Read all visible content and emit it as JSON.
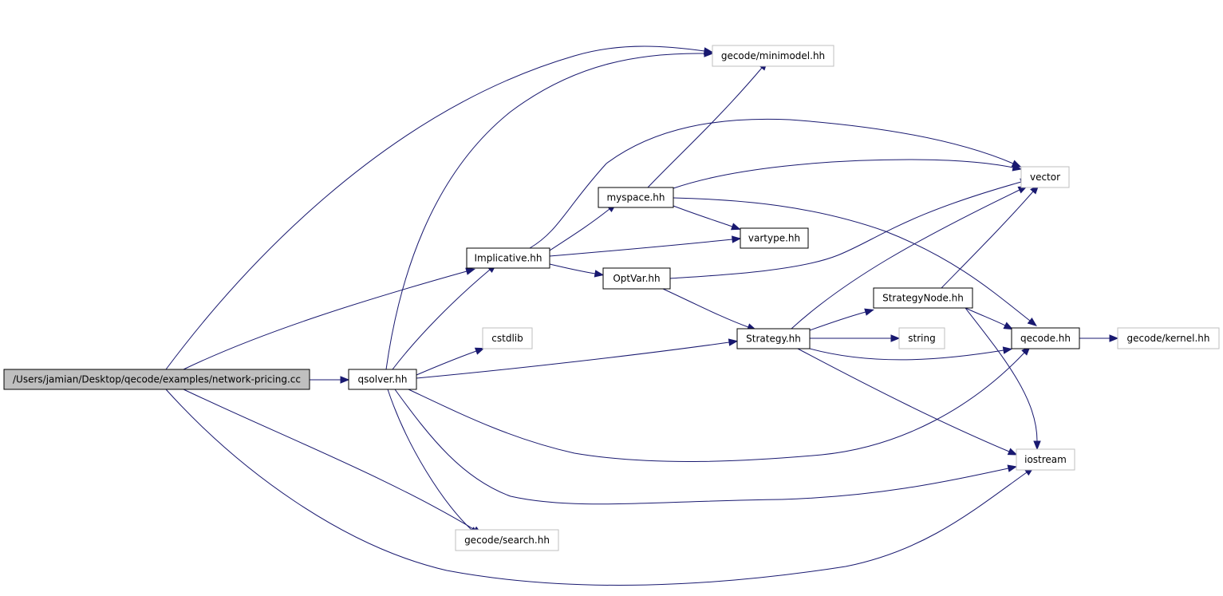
{
  "graph": {
    "nodes": {
      "root": "/Users/jamian/Desktop/qecode/examples/network-pricing.cc",
      "qsolver": "qsolver.hh",
      "implicative": "Implicative.hh",
      "myspace": "myspace.hh",
      "vartype": "vartype.hh",
      "optvar": "OptVar.hh",
      "strategy": "Strategy.hh",
      "strategynode": "StrategyNode.hh",
      "string": "string",
      "qecode": "qecode.hh",
      "kernel": "gecode/kernel.hh",
      "vector": "vector",
      "iostream": "iostream",
      "minimodel": "gecode/minimodel.hh",
      "cstdlib": "cstdlib",
      "search": "gecode/search.hh"
    },
    "edges": [
      [
        "root",
        "qsolver"
      ],
      [
        "root",
        "minimodel"
      ],
      [
        "root",
        "implicative"
      ],
      [
        "root",
        "search"
      ],
      [
        "root",
        "iostream"
      ],
      [
        "qsolver",
        "minimodel"
      ],
      [
        "qsolver",
        "implicative"
      ],
      [
        "qsolver",
        "cstdlib"
      ],
      [
        "qsolver",
        "strategy"
      ],
      [
        "qsolver",
        "qecode"
      ],
      [
        "qsolver",
        "iostream"
      ],
      [
        "qsolver",
        "search"
      ],
      [
        "implicative",
        "myspace"
      ],
      [
        "implicative",
        "vartype"
      ],
      [
        "implicative",
        "optvar"
      ],
      [
        "implicative",
        "vector"
      ],
      [
        "myspace",
        "minimodel"
      ],
      [
        "myspace",
        "vector"
      ],
      [
        "myspace",
        "vartype"
      ],
      [
        "myspace",
        "qecode"
      ],
      [
        "optvar",
        "vector"
      ],
      [
        "optvar",
        "strategy"
      ],
      [
        "strategy",
        "strategynode"
      ],
      [
        "strategy",
        "string"
      ],
      [
        "strategy",
        "qecode"
      ],
      [
        "strategy",
        "vector"
      ],
      [
        "strategy",
        "iostream"
      ],
      [
        "strategynode",
        "vector"
      ],
      [
        "strategynode",
        "qecode"
      ],
      [
        "strategynode",
        "iostream"
      ],
      [
        "qecode",
        "kernel"
      ]
    ]
  },
  "colors": {
    "edge": "#191970",
    "root_fill": "#bfbfbf",
    "node_border": "#000000",
    "external_border": "#bfbfbf"
  }
}
